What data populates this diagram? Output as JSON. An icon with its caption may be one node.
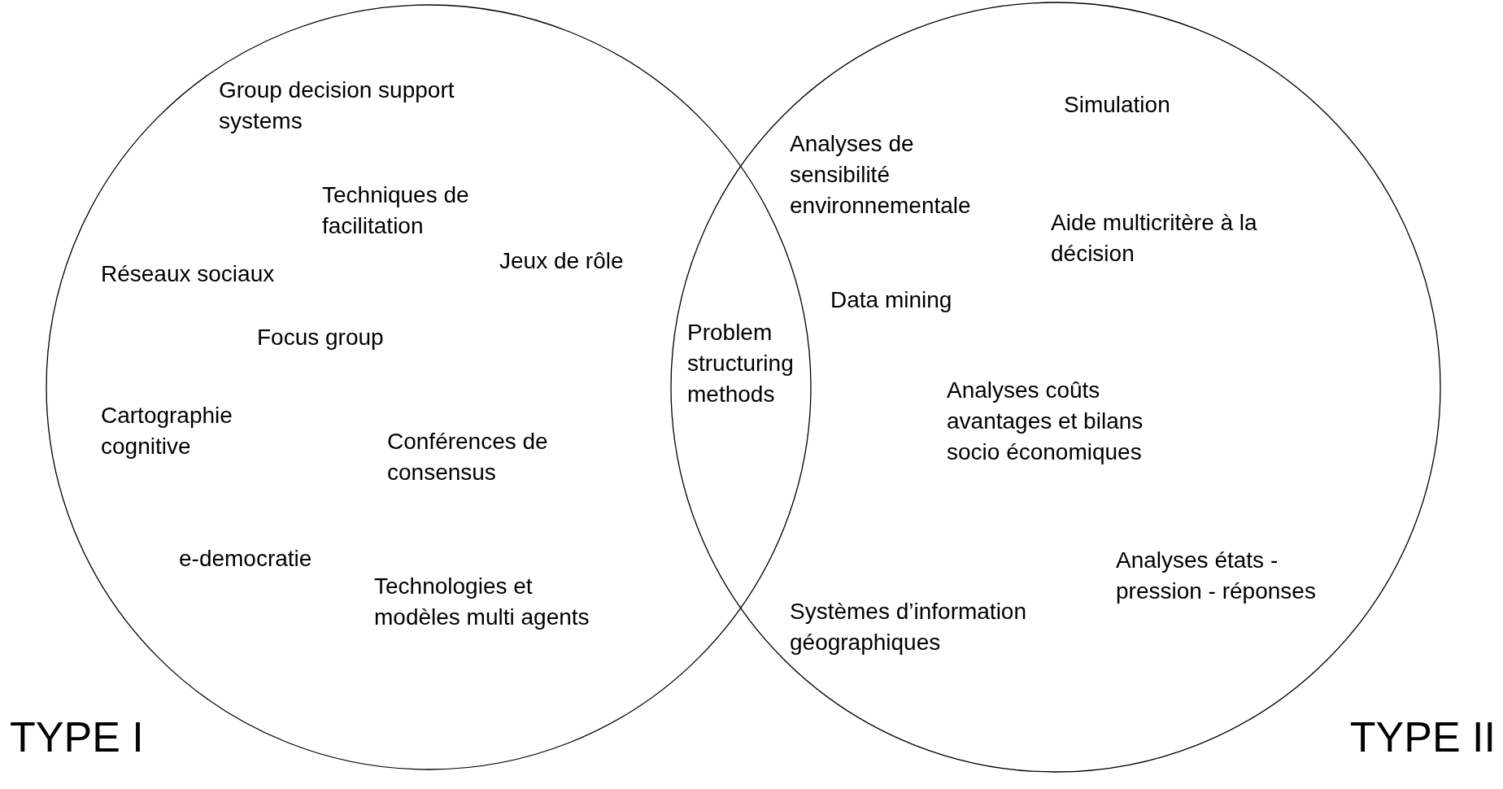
{
  "diagram": {
    "nodes": [
      {
        "text": [
          "TYPE I"
        ]
      },
      {
        "text": [
          "TYPE II"
        ]
      }
    ],
    "labels": [
      "Group decision support systems",
      "Techniques de facilitation",
      "Réseaux sociaux",
      "Jeux de rôle",
      "Focus group",
      "Cartographie cognitive",
      "Conférences de consensus",
      "e-democratie",
      "Technologies et modèles multi agents",
      "Problem structuring methods",
      "Analyses de sensibilité environnementale",
      "Simulation",
      "Aide multicritère à la décision",
      "Data mining",
      "Analyses coûts avantages et bilans socio économiques",
      "Analyses états - pression - réponses",
      "Systèmes d’information géographiques"
    ]
  }
}
